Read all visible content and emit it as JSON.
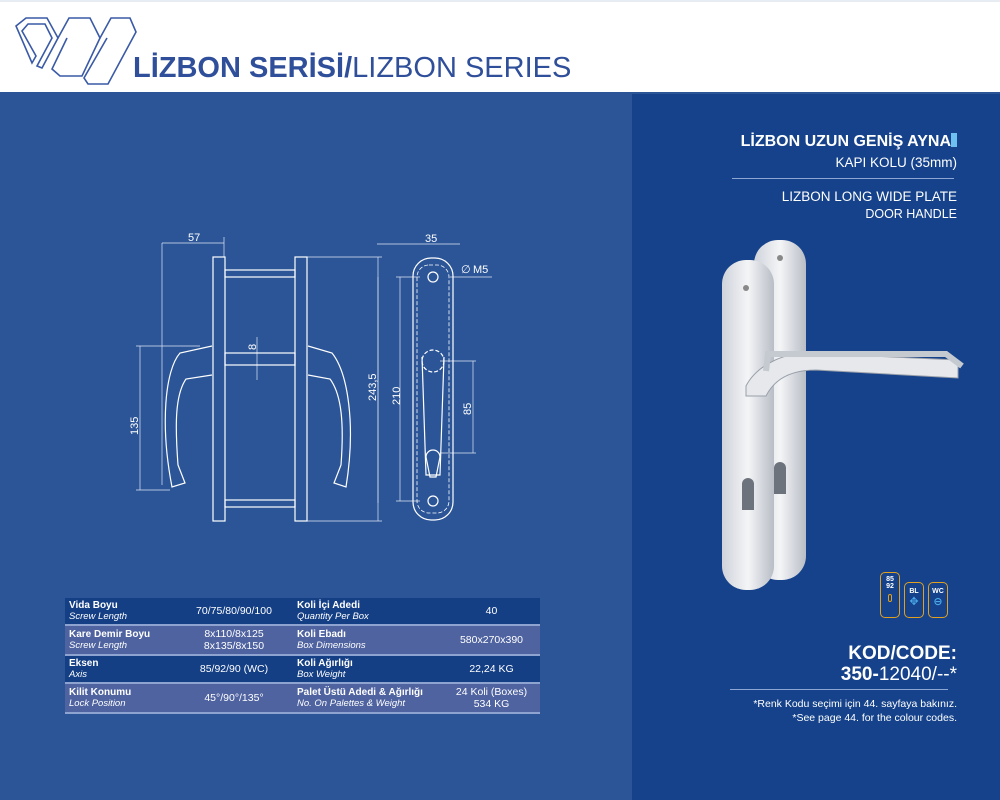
{
  "header": {
    "title_bold": "LİZBON SERİSİ/",
    "title_regular": "LIZBON SERIES"
  },
  "drawing": {
    "dims": {
      "width_57": "57",
      "gap_8": "8",
      "height_135": "135",
      "height_243_5": "243,5",
      "width_35": "35",
      "m5": "M5",
      "height_210": "210",
      "axis_85": "85"
    }
  },
  "specs": [
    {
      "label_tr": "Vida Boyu",
      "label_en": "Screw Length",
      "value": "70/75/80/90/100",
      "label2_tr": "Koli İçi Adedi",
      "label2_en": "Quantity Per Box",
      "value2": "40"
    },
    {
      "label_tr": "Kare Demir Boyu",
      "label_en": "Screw Length",
      "value": "8x110/8x125\n8x135/8x150",
      "label2_tr": "Koli Ebadı",
      "label2_en": "Box Dimensions",
      "value2": "580x270x390"
    },
    {
      "label_tr": "Eksen",
      "label_en": "Axis",
      "value": "85/92/90 (WC)",
      "label2_tr": "Koli Ağırlığı",
      "label2_en": "Box Weight",
      "value2": "22,24 KG"
    },
    {
      "label_tr": "Kilit Konumu",
      "label_en": "Lock Position",
      "value": "45°/90°/135°",
      "label2_tr": "Palet Üstü Adedi & Ağırlığı",
      "label2_en": "No. On Palettes & Weight",
      "value2": "24 Koli (Boxes)\n534 KG"
    }
  ],
  "product": {
    "name_tr": "LİZBON UZUN GENİŞ AYNA",
    "sub_tr": "KAPI KOLU (35mm)",
    "name_en": "LIZBON LONG WIDE PLATE",
    "sub_en": "DOOR HANDLE"
  },
  "badges": [
    {
      "label": "85\n92"
    },
    {
      "label": "BL"
    },
    {
      "label": "WC"
    }
  ],
  "code": {
    "label": "KOD/CODE:",
    "prefix": "350-",
    "value": "12040/--*"
  },
  "notes": {
    "tr": "*Renk Kodu seçimi için 44. sayfaya bakınız.",
    "en": "*See page 44. for the colour codes."
  },
  "colors": {
    "accent": "#2f4f9a",
    "left_bg": "#2b5597",
    "right_bg": "#15428a",
    "badge": "#e0a020"
  }
}
